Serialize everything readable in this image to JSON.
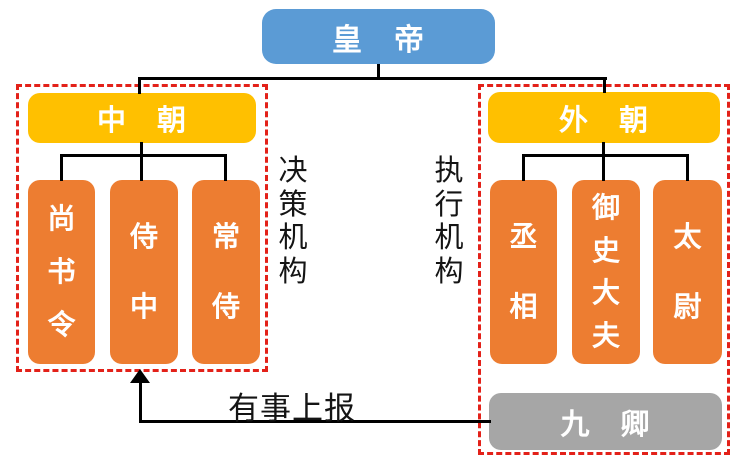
{
  "emperor": {
    "label": "皇　帝"
  },
  "left_group": {
    "header": "中　朝",
    "role_label": "决策机构",
    "members": [
      "尚书令",
      "侍中",
      "常侍"
    ]
  },
  "right_group": {
    "header": "外　朝",
    "role_label": "执行机构",
    "members": [
      "丞相",
      "御史大夫",
      "太尉"
    ],
    "bottom_box": "九　卿"
  },
  "arrow": {
    "label": "有事上报"
  },
  "colors": {
    "emperor_blue": "#5b9bd5",
    "header_gold": "#ffc000",
    "member_orange": "#ed7d31",
    "nine_ministers_gray": "#a6a6a6",
    "dashed_border_red": "#e32119",
    "connector_black": "#000000",
    "box_text_white": "#ffffff",
    "label_text_black": "#141414"
  }
}
